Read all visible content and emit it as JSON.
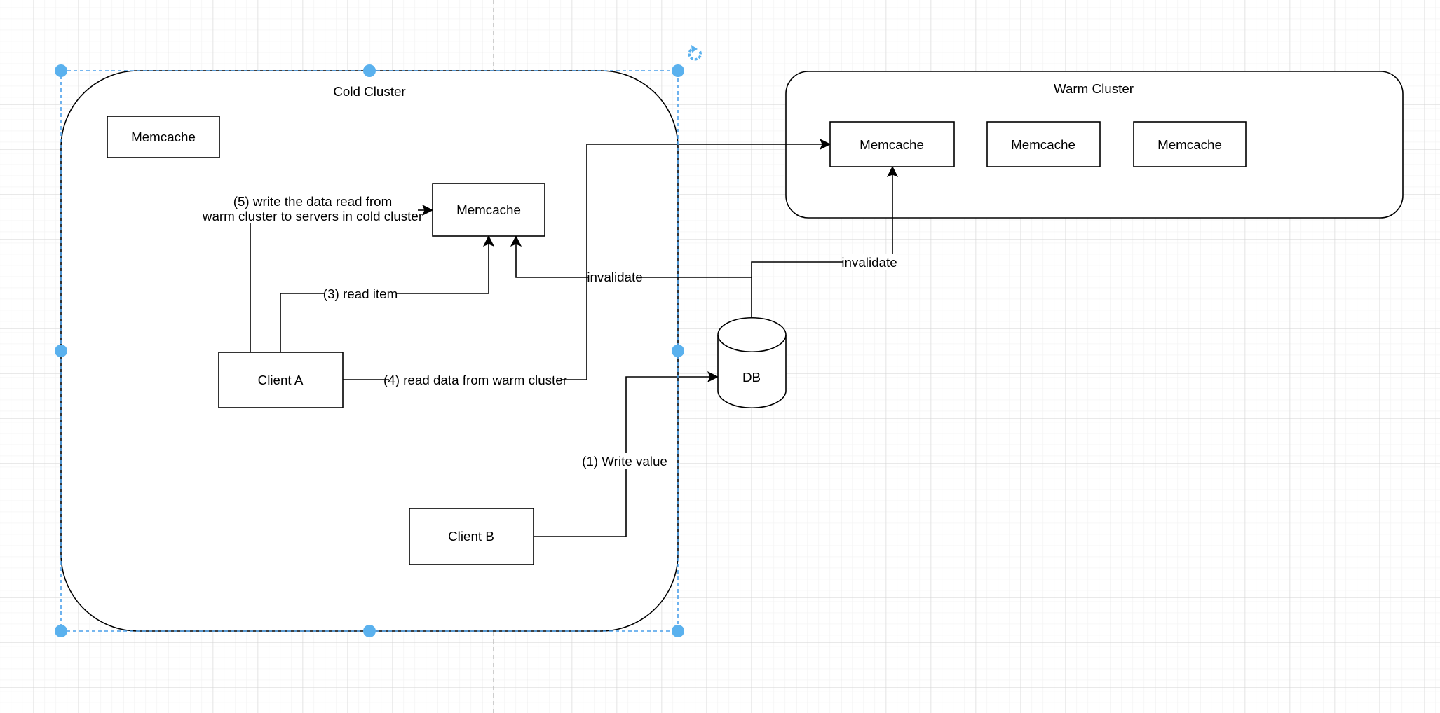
{
  "diagram": {
    "cold_cluster": {
      "label": "Cold Cluster",
      "memcache_1": "Memcache",
      "memcache_2": "Memcache",
      "client_a": "Client A",
      "client_b": "Client B"
    },
    "warm_cluster": {
      "label": "Warm Cluster",
      "memcache_1": "Memcache",
      "memcache_2": "Memcache",
      "memcache_3": "Memcache"
    },
    "db": {
      "label": "DB"
    },
    "edges": {
      "write_value": "(1) Write value",
      "read_item": "(3) read item",
      "read_warm": "(4) read data from warm cluster",
      "write_cold_line1": "(5) write the data read from",
      "write_cold_line2": "warm cluster to servers in cold cluster",
      "invalidate_cold": "invalidate",
      "invalidate_warm": "invalidate"
    }
  },
  "selection": {
    "selected_shape": "Cold Cluster",
    "accent_color": "#5ab1ee"
  },
  "icons": {
    "rotate": "rotate-handle-icon"
  }
}
